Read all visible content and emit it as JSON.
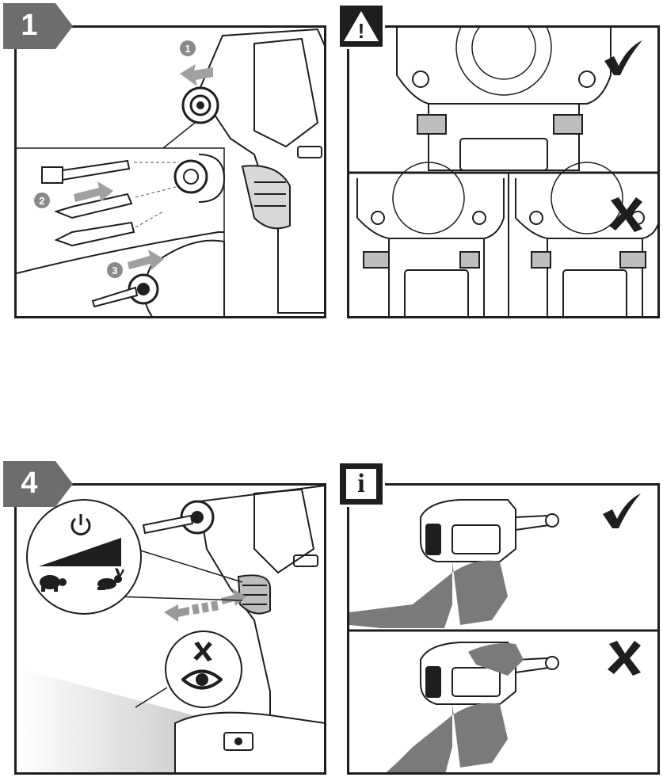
{
  "panels": {
    "step1": {
      "number": "1",
      "callouts": [
        "1",
        "2",
        "3"
      ]
    },
    "warning": {
      "symbol": "!"
    },
    "step4": {
      "number": "4"
    },
    "info": {
      "symbol": "i"
    }
  },
  "icons": {
    "correct": "checkmark-icon",
    "wrong": "cross-icon",
    "power": "power-icon",
    "slow": "turtle-icon",
    "fast": "rabbit-icon",
    "eye": "eye-icon"
  },
  "colors": {
    "ink": "#1e1e1e",
    "tag_gray": "#6d6d6d",
    "callout_gray": "#8a8a8a",
    "arrow_gray": "#9a9a9a"
  }
}
